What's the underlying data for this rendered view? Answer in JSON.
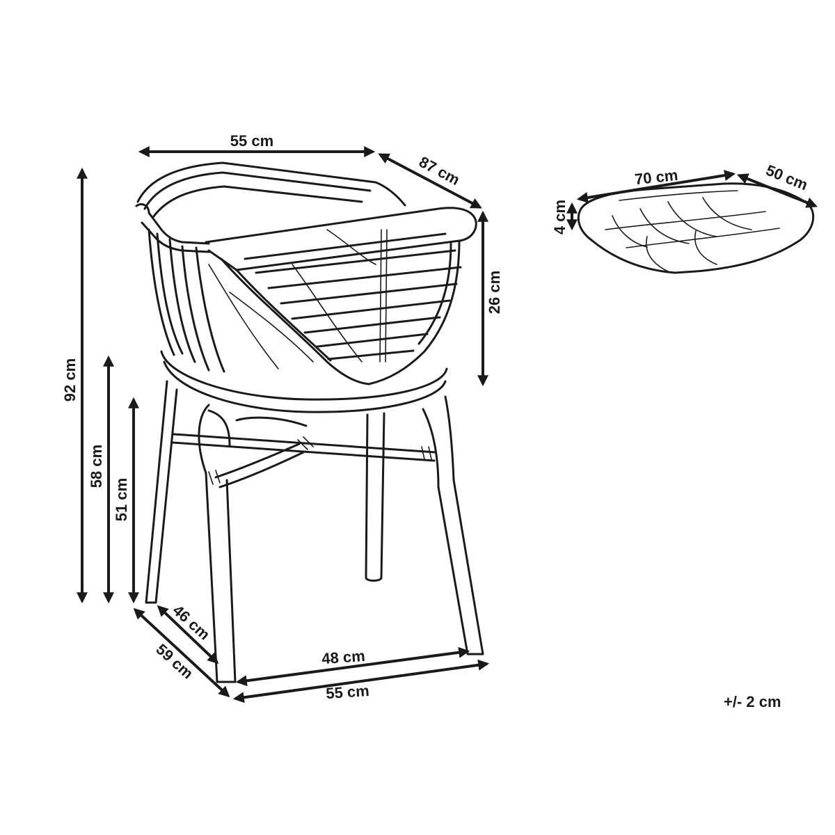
{
  "chair": {
    "overall_width": "55 cm",
    "overall_depth": "87 cm",
    "backrest_height": "26 cm",
    "overall_height": "92 cm",
    "armrest_height": "58 cm",
    "seat_height": "51 cm",
    "seat_depth": "46 cm",
    "base_depth": "59 cm",
    "seat_width": "48 cm",
    "base_width": "55 cm"
  },
  "cushion": {
    "length": "70 cm",
    "width": "50 cm",
    "thickness": "4 cm"
  },
  "tolerance": "+/- 2 cm",
  "colors": {
    "ink": "#1a1a1a",
    "background": "#ffffff"
  }
}
